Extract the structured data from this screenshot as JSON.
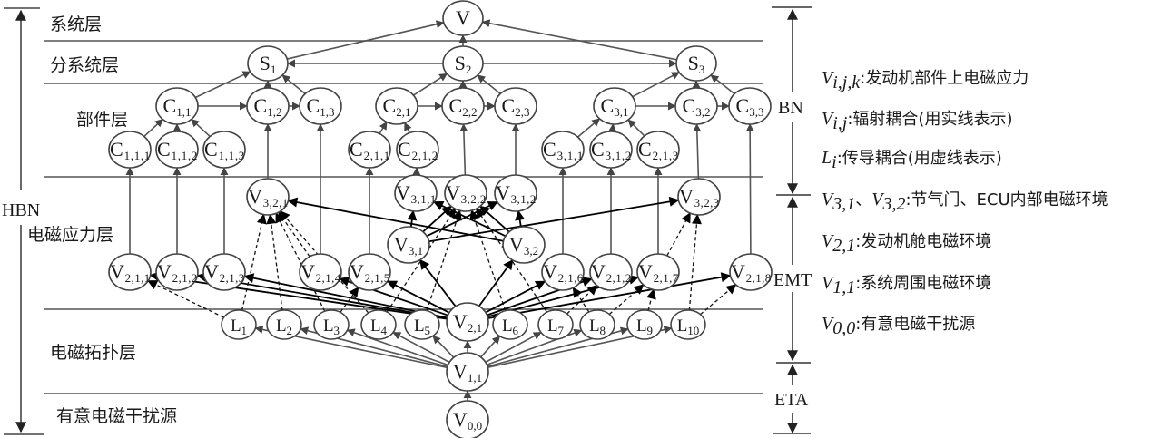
{
  "diagram": {
    "layers": [
      {
        "id": "system",
        "label": "系统层"
      },
      {
        "id": "subsystem",
        "label": "分系统层"
      },
      {
        "id": "component",
        "label": "部件层"
      },
      {
        "id": "em_stress",
        "label": "电磁应力层"
      },
      {
        "id": "em_topology",
        "label": "电磁拓扑层"
      },
      {
        "id": "source",
        "label": "有意电磁干扰源"
      }
    ],
    "brackets": {
      "left": "HBN",
      "right": [
        "BN",
        "EMT",
        "ETA"
      ]
    },
    "nodes": [
      {
        "id": "V",
        "base": "V",
        "sub": ""
      },
      {
        "id": "S1",
        "base": "S",
        "sub": "1"
      },
      {
        "id": "S2",
        "base": "S",
        "sub": "2"
      },
      {
        "id": "S3",
        "base": "S",
        "sub": "3"
      },
      {
        "id": "C11",
        "base": "C",
        "sub": "1,1"
      },
      {
        "id": "C12",
        "base": "C",
        "sub": "1,2"
      },
      {
        "id": "C13",
        "base": "C",
        "sub": "1,3"
      },
      {
        "id": "C21",
        "base": "C",
        "sub": "2,1"
      },
      {
        "id": "C22",
        "base": "C",
        "sub": "2,2"
      },
      {
        "id": "C23",
        "base": "C",
        "sub": "2,3"
      },
      {
        "id": "C31",
        "base": "C",
        "sub": "3,1"
      },
      {
        "id": "C32",
        "base": "C",
        "sub": "3,2"
      },
      {
        "id": "C33",
        "base": "C",
        "sub": "3,3"
      },
      {
        "id": "C111",
        "base": "C",
        "sub": "1,1,1"
      },
      {
        "id": "C112",
        "base": "C",
        "sub": "1,1,2"
      },
      {
        "id": "C113",
        "base": "C",
        "sub": "1,1,3"
      },
      {
        "id": "C211",
        "base": "C",
        "sub": "2,1,1"
      },
      {
        "id": "C212",
        "base": "C",
        "sub": "2,1,2"
      },
      {
        "id": "C311",
        "base": "C",
        "sub": "3,1,1"
      },
      {
        "id": "C312",
        "base": "C",
        "sub": "3,1,2"
      },
      {
        "id": "C213",
        "base": "C",
        "sub": "2,1,3"
      },
      {
        "id": "V321",
        "base": "V",
        "sub": "3,2,1"
      },
      {
        "id": "V311",
        "base": "V",
        "sub": "3,1,1"
      },
      {
        "id": "V322",
        "base": "V",
        "sub": "3,2,2"
      },
      {
        "id": "V312",
        "base": "V",
        "sub": "3,1,2"
      },
      {
        "id": "V323",
        "base": "V",
        "sub": "3,2,3"
      },
      {
        "id": "V31",
        "base": "V",
        "sub": "3,1"
      },
      {
        "id": "V32",
        "base": "V",
        "sub": "3,2"
      },
      {
        "id": "V211",
        "base": "V",
        "sub": "2,1,1"
      },
      {
        "id": "V212",
        "base": "V",
        "sub": "2,1,2"
      },
      {
        "id": "V213",
        "base": "V",
        "sub": "2,1,3"
      },
      {
        "id": "V214",
        "base": "V",
        "sub": "2,1,4"
      },
      {
        "id": "V215",
        "base": "V",
        "sub": "2,1,5"
      },
      {
        "id": "V216",
        "base": "V",
        "sub": "2,1,6"
      },
      {
        "id": "V212b",
        "base": "V",
        "sub": "2,1,2"
      },
      {
        "id": "V217",
        "base": "V",
        "sub": "2,1,7"
      },
      {
        "id": "V218",
        "base": "V",
        "sub": "2,1,8"
      },
      {
        "id": "L1",
        "base": "L",
        "sub": "1"
      },
      {
        "id": "L2",
        "base": "L",
        "sub": "2"
      },
      {
        "id": "L3",
        "base": "L",
        "sub": "3"
      },
      {
        "id": "L4",
        "base": "L",
        "sub": "4"
      },
      {
        "id": "L5",
        "base": "L",
        "sub": "5"
      },
      {
        "id": "V21",
        "base": "V",
        "sub": "2,1"
      },
      {
        "id": "L6",
        "base": "L",
        "sub": "6"
      },
      {
        "id": "L7",
        "base": "L",
        "sub": "7"
      },
      {
        "id": "L8",
        "base": "L",
        "sub": "8"
      },
      {
        "id": "L9",
        "base": "L",
        "sub": "9"
      },
      {
        "id": "L10",
        "base": "L",
        "sub": "10"
      },
      {
        "id": "V11",
        "base": "V",
        "sub": "1,1"
      },
      {
        "id": "V00",
        "base": "V",
        "sub": "0,0"
      }
    ],
    "edges": {
      "solid": [
        [
          "S1",
          "V"
        ],
        [
          "S2",
          "V"
        ],
        [
          "S3",
          "V"
        ],
        [
          "S2",
          "S1"
        ],
        [
          "S2",
          "S3"
        ],
        [
          "C11",
          "S1"
        ],
        [
          "C12",
          "S1"
        ],
        [
          "C13",
          "S1"
        ],
        [
          "C21",
          "S2"
        ],
        [
          "C22",
          "S2"
        ],
        [
          "C23",
          "S2"
        ],
        [
          "C31",
          "S3"
        ],
        [
          "C32",
          "S3"
        ],
        [
          "C33",
          "S3"
        ],
        [
          "C11",
          "C12"
        ],
        [
          "C12",
          "C13"
        ],
        [
          "C21",
          "C22"
        ],
        [
          "C22",
          "C23"
        ],
        [
          "C31",
          "C32"
        ],
        [
          "C32",
          "C33"
        ],
        [
          "C111",
          "C11"
        ],
        [
          "C112",
          "C11"
        ],
        [
          "C113",
          "C11"
        ],
        [
          "C211",
          "C21"
        ],
        [
          "C212",
          "C21"
        ],
        [
          "C311",
          "C31"
        ],
        [
          "C312",
          "C31"
        ],
        [
          "C213",
          "C31"
        ],
        [
          "V211",
          "C111"
        ],
        [
          "V212",
          "C112"
        ],
        [
          "V213",
          "C113"
        ],
        [
          "V321",
          "C12"
        ],
        [
          "V214",
          "C13"
        ],
        [
          "V215",
          "C211"
        ],
        [
          "V311",
          "C212"
        ],
        [
          "V322",
          "C22"
        ],
        [
          "V312",
          "C23"
        ],
        [
          "V216",
          "C311"
        ],
        [
          "V212b",
          "C312"
        ],
        [
          "V217",
          "C213"
        ],
        [
          "V323",
          "C32"
        ],
        [
          "V218",
          "C33"
        ],
        [
          "V11",
          "L1"
        ],
        [
          "V11",
          "L2"
        ],
        [
          "V11",
          "L3"
        ],
        [
          "V11",
          "L4"
        ],
        [
          "V11",
          "L5"
        ],
        [
          "V11",
          "V21"
        ],
        [
          "V11",
          "L6"
        ],
        [
          "V11",
          "L7"
        ],
        [
          "V11",
          "L8"
        ],
        [
          "V11",
          "L9"
        ],
        [
          "V11",
          "L10"
        ],
        [
          "V00",
          "V11"
        ]
      ],
      "bold": [
        [
          "V21",
          "V211"
        ],
        [
          "V21",
          "V212"
        ],
        [
          "V21",
          "V213"
        ],
        [
          "V21",
          "V214"
        ],
        [
          "V21",
          "V215"
        ],
        [
          "V21",
          "V216"
        ],
        [
          "V21",
          "V212b"
        ],
        [
          "V21",
          "V217"
        ],
        [
          "V21",
          "V218"
        ],
        [
          "V21",
          "V31"
        ],
        [
          "V21",
          "V32"
        ],
        [
          "V31",
          "V311"
        ],
        [
          "V31",
          "V322"
        ],
        [
          "V32",
          "V312"
        ],
        [
          "V32",
          "V322"
        ],
        [
          "V31",
          "V323"
        ],
        [
          "V32",
          "V321"
        ],
        [
          "V32",
          "V311"
        ],
        [
          "V31",
          "V312"
        ]
      ],
      "dashed": [
        [
          "L1",
          "V321"
        ],
        [
          "L2",
          "V321"
        ],
        [
          "L3",
          "V321"
        ],
        [
          "L4",
          "V321"
        ],
        [
          "V214",
          "V321"
        ],
        [
          "L5",
          "V322"
        ],
        [
          "L6",
          "V322"
        ],
        [
          "L7",
          "V322"
        ],
        [
          "L4",
          "V322"
        ],
        [
          "L8",
          "V217"
        ],
        [
          "L9",
          "V217"
        ],
        [
          "L10",
          "V323"
        ],
        [
          "V217",
          "V323"
        ],
        [
          "L10",
          "V218"
        ],
        [
          "L8",
          "V216"
        ],
        [
          "L1",
          "V211"
        ],
        [
          "L3",
          "V215"
        ],
        [
          "L7",
          "V212b"
        ]
      ]
    }
  },
  "legend": [
    {
      "sym": "V",
      "sub": "i,j,k",
      "sep": ":",
      "text": "发动机部件上电磁应力"
    },
    {
      "sym": "V",
      "sub": "i,j",
      "sep": ":",
      "text": "辐射耦合(用实线表示)"
    },
    {
      "sym": "L",
      "sub": "i",
      "sep": ":",
      "text": "传导耦合(用虚线表示)"
    },
    {
      "sym": "V",
      "sub": "3,1",
      "sep": "、",
      "sym2": "V",
      "sub2": "3,2",
      "sep2": ":",
      "text": "节气门、ECU内部电磁环境"
    },
    {
      "sym": "V",
      "sub": "2,1",
      "sep": ":",
      "text": "发动机舱电磁环境"
    },
    {
      "sym": "V",
      "sub": "1,1",
      "sep": ":",
      "text": "系统周围电磁环境"
    },
    {
      "sym": "V",
      "sub": "0,0",
      "sep": ":",
      "text": "有意电磁干扰源"
    }
  ],
  "colors": {
    "line": "#555555",
    "bold": "#000000",
    "node_stroke": "#444444",
    "text": "#1a1a1a"
  }
}
